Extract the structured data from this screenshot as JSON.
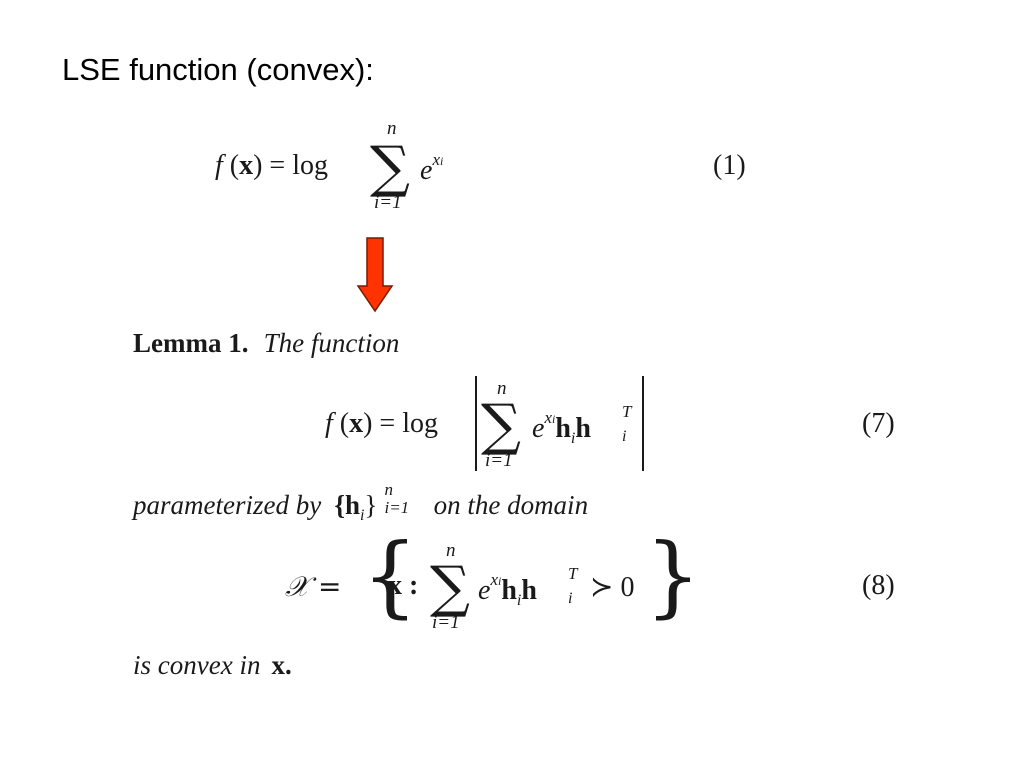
{
  "heading": "LSE function (convex):",
  "eq1": {
    "lhs": "f (x) = log",
    "sum_upper": "n",
    "sum_lower": "i=1",
    "term_base": "e",
    "term_exp": "x",
    "term_exp_sub": "i",
    "number": "(1)"
  },
  "arrow": {
    "color": "#ff3300",
    "icon": "down-arrow"
  },
  "lemma": {
    "title": "Lemma 1.",
    "intro": "The function",
    "eq7": {
      "lhs": "f (x) = log",
      "sum_upper": "n",
      "sum_lower": "i=1",
      "term_base": "e",
      "term_exp": "x",
      "term_exp_sub": "i",
      "h1": "h",
      "h1_sub": "i",
      "h2": "h",
      "h2_sup": "T",
      "h2_sub": "i",
      "number": "(7)"
    },
    "param_text_1": "parameterized by",
    "param_set": "{h",
    "param_set_sub": "i",
    "param_set_close": "}",
    "param_set_sup": "n",
    "param_set_lower": "i=1",
    "param_text_2": "on the domain",
    "eq8": {
      "lhs": "𝒳 =",
      "x": "x :",
      "sum_upper": "n",
      "sum_lower": "i=1",
      "term_base": "e",
      "term_exp": "x",
      "term_exp_sub": "i",
      "h1": "h",
      "h1_sub": "i",
      "h2": "h",
      "h2_sup": "T",
      "h2_sub": "i",
      "rel": "≻ 0",
      "period": ".",
      "number": "(8)"
    },
    "conclusion_1": "is convex in",
    "conclusion_x": "x.",
    "zero": "0"
  }
}
